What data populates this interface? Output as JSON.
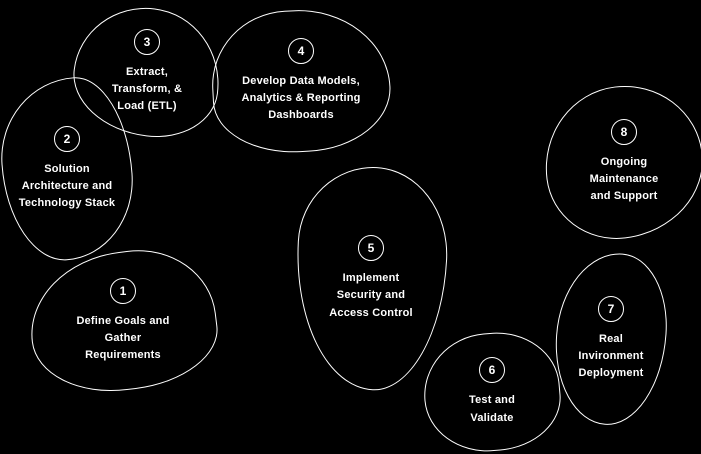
{
  "diagram": {
    "background_color": "#000000",
    "outline_color": "#ffffff",
    "text_color": "#ffffff"
  },
  "steps": [
    {
      "number": "1",
      "label": "Define Goals and Gather Requirements"
    },
    {
      "number": "2",
      "label": "Solution Architecture and Technology Stack"
    },
    {
      "number": "3",
      "label": "Extract, Transform, & Load (ETL)"
    },
    {
      "number": "4",
      "label": "Develop Data Models, Analytics & Reporting Dashboards"
    },
    {
      "number": "5",
      "label": "Implement Security and Access Control"
    },
    {
      "number": "6",
      "label": "Test and Validate"
    },
    {
      "number": "7",
      "label": "Real Invironment Deployment"
    },
    {
      "number": "8",
      "label": "Ongoing Maintenance and Support"
    }
  ]
}
